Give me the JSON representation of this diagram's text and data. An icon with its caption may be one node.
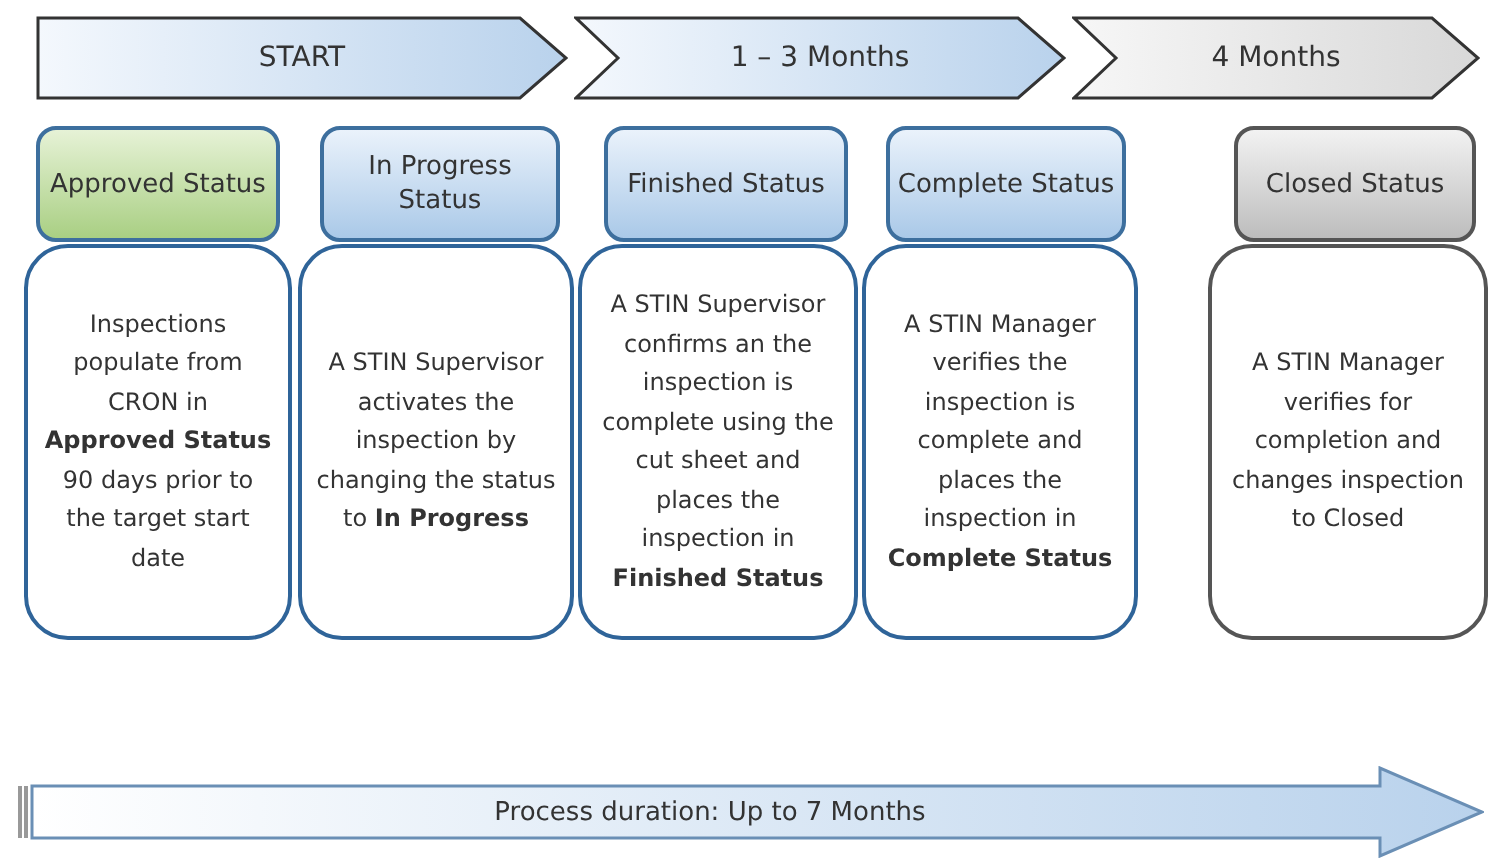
{
  "diagram": {
    "nodes": [
      {
        "text": [
          "START"
        ]
      },
      {
        "text": [
          "1 – 3 Months"
        ]
      },
      {
        "text": [
          "4 Months"
        ]
      },
      {
        "text": [
          "Approved Status"
        ]
      },
      {
        "text": [
          "In Progress Status"
        ]
      },
      {
        "text": [
          "Finished Status"
        ]
      },
      {
        "text": [
          "Complete Status"
        ]
      },
      {
        "text": [
          "Closed Status"
        ]
      },
      {
        "text": [
          "Inspections populate from CRON in **Approved Status** 90 days prior to the target start date"
        ]
      },
      {
        "text": [
          "A STIN Supervisor activates the inspection by changing the status to **In Progress**"
        ]
      },
      {
        "text": [
          "A STIN Supervisor confirms an the inspection is complete using the cut sheet and places the inspection in **Finished Status**"
        ]
      },
      {
        "text": [
          "A STIN Manager verifies the inspection is complete and places the inspection in **Complete Status**"
        ]
      },
      {
        "text": [
          "A STIN Manager verifies for completion and changes inspection to Closed"
        ]
      },
      {
        "text": [
          "Process duration: Up to 7 Months"
        ]
      }
    ],
    "edges": []
  }
}
